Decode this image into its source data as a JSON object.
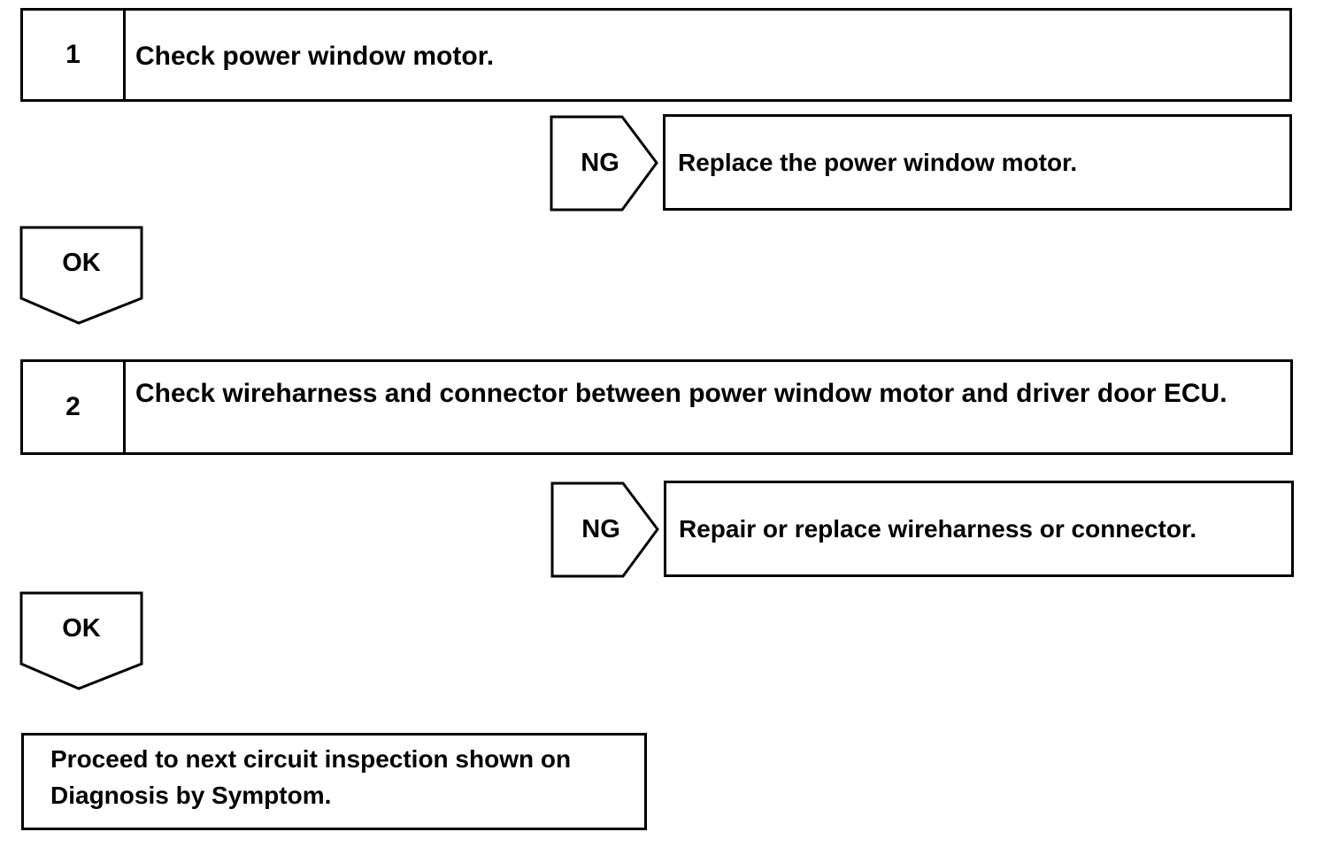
{
  "steps": [
    {
      "number": "1",
      "text": "Check power window motor."
    },
    {
      "number": "2",
      "text": "Check wireharness and connector between power window motor and driver door ECU."
    }
  ],
  "ng_branches": [
    {
      "label": "NG",
      "action": "Replace the power window motor."
    },
    {
      "label": "NG",
      "action": "Repair or replace wireharness or connector."
    }
  ],
  "ok_labels": [
    "OK",
    "OK"
  ],
  "final_box": {
    "line1": "Proceed to next circuit inspection shown on",
    "line2": "Diagnosis by Symptom."
  }
}
